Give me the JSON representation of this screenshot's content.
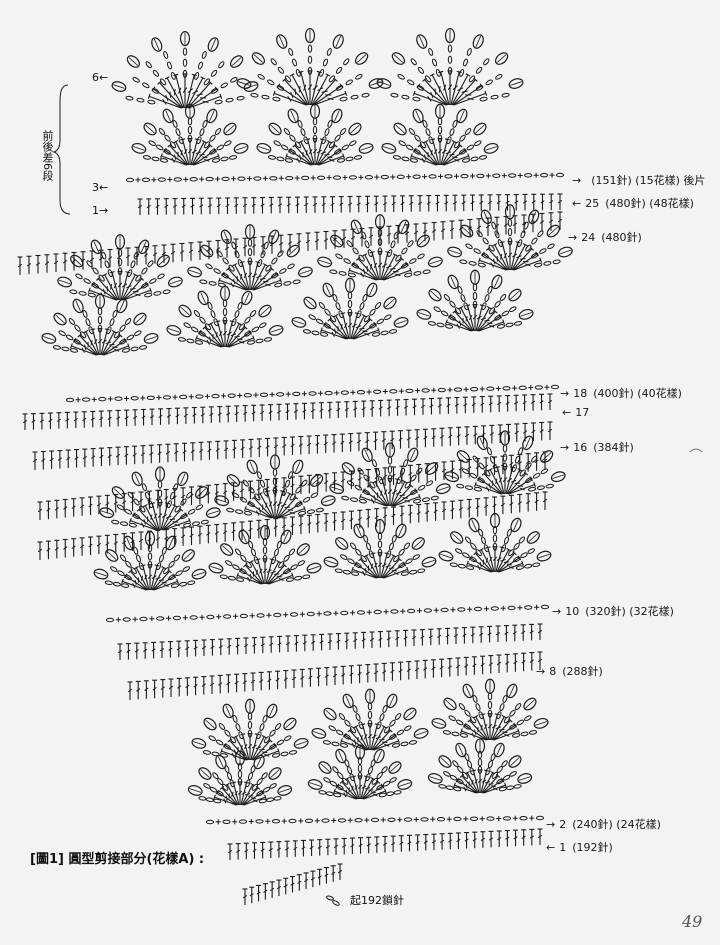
{
  "side_note": "前後差6段",
  "left_rows": [
    {
      "num": "6",
      "arrow": "←"
    },
    {
      "num": "3",
      "arrow": "←"
    },
    {
      "num": "1",
      "arrow": "→"
    }
  ],
  "right_rows": [
    {
      "arrow": "→",
      "num": "",
      "detail": "(151針) (15花樣) 後片"
    },
    {
      "arrow": "←",
      "num": "25",
      "detail": "(480針) (48花樣)"
    },
    {
      "arrow": "→",
      "num": "24",
      "detail": "(480針)"
    },
    {
      "arrow": "→",
      "num": "18",
      "detail": "(400針) (40花樣)"
    },
    {
      "arrow": "←",
      "num": "17",
      "detail": ""
    },
    {
      "arrow": "→",
      "num": "16",
      "detail": "(384針)"
    },
    {
      "arrow": "→",
      "num": "10",
      "detail": "(320針) (32花樣)"
    },
    {
      "arrow": "→",
      "num": "8",
      "detail": "(288針)"
    },
    {
      "arrow": "→",
      "num": "2",
      "detail": "(240針) (24花樣)"
    },
    {
      "arrow": "←",
      "num": "1",
      "detail": "(192針)"
    }
  ],
  "caption": "[圖1] 圓型剪接部分(花樣A) :",
  "start_label": "起192鎖針",
  "page_number": "49"
}
